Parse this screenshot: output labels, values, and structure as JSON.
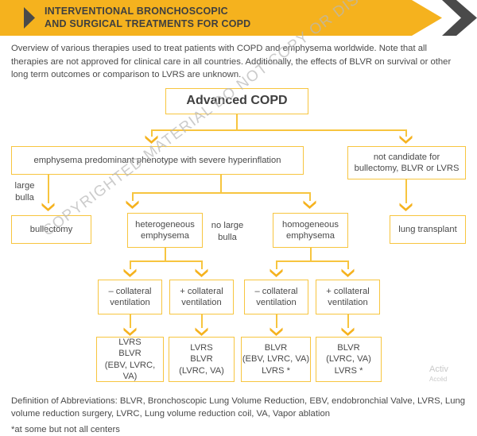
{
  "header": {
    "title": "INTERVENTIONAL BRONCHOSCOPIC\nAND SURGICAL TREATMENTS FOR COPD",
    "bullet_icon": "chevron-right-icon",
    "end_icon": "double-chevron-right-icon",
    "banner_color": "#f5b21e",
    "chevron_color": "#4a4a4a"
  },
  "intro": {
    "text": "Overview of various therapies used to treat patients with COPD and emphysema worldwide. Note that all therapies are not approved for clinical care in all countries. Additionally, the effects of BLVR on survival or other long term outcomes or comparison to LVRS are unknown."
  },
  "watermark": {
    "text": "COPYRIGHTED MATERIAL DO NOT COPY OR DISTRIBUTE"
  },
  "activation": {
    "line1": "Activ",
    "line2": "Accéd"
  },
  "chart_data": {
    "type": "diagram",
    "title": "Interventional bronchoscopic and surgical treatments for COPD",
    "accent_color": "#f7c53f",
    "nodes": [
      {
        "id": "root",
        "label": "Advanced COPD",
        "level": 0
      },
      {
        "id": "emph",
        "label": "emphysema predominant phenotype with severe hyperinflation",
        "level": 1
      },
      {
        "id": "notcand",
        "label": "not candidate for\nbullectomy, BLVR or LVRS",
        "level": 1
      },
      {
        "id": "bullectomy",
        "label": "bullectomy",
        "level": 2
      },
      {
        "id": "hetero",
        "label": "heterogeneous\nemphysema",
        "level": 2
      },
      {
        "id": "homo",
        "label": "homogeneous\nemphysema",
        "level": 2
      },
      {
        "id": "transplant",
        "label": "lung transplant",
        "level": 2
      },
      {
        "id": "hetero-minus",
        "label": "– collateral\nventilation",
        "level": 3
      },
      {
        "id": "hetero-plus",
        "label": "+ collateral\nventilation",
        "level": 3
      },
      {
        "id": "homo-minus",
        "label": "– collateral\nventilation",
        "level": 3
      },
      {
        "id": "homo-plus",
        "label": "+ collateral\nventilation",
        "level": 3
      },
      {
        "id": "tx1",
        "label": "LVRS\nBLVR\n(EBV, LVRC, VA)",
        "level": 4
      },
      {
        "id": "tx2",
        "label": "LVRS\nBLVR\n(LVRC, VA)",
        "level": 4
      },
      {
        "id": "tx3",
        "label": "BLVR\n(EBV, LVRC, VA)\nLVRS *",
        "level": 4
      },
      {
        "id": "tx4",
        "label": "BLVR\n(LVRC, VA)\nLVRS *",
        "level": 4
      }
    ],
    "edge_labels": [
      {
        "id": "large-bulla",
        "label": "large\nbulla"
      },
      {
        "id": "no-large-bulla",
        "label": "no large\nbulla"
      }
    ],
    "edges": [
      {
        "from": "root",
        "to": "emph"
      },
      {
        "from": "root",
        "to": "notcand"
      },
      {
        "from": "emph",
        "to": "bullectomy",
        "label": "large bulla"
      },
      {
        "from": "emph",
        "to": "hetero",
        "label": "no large bulla"
      },
      {
        "from": "emph",
        "to": "homo",
        "label": "no large bulla"
      },
      {
        "from": "notcand",
        "to": "transplant"
      },
      {
        "from": "hetero",
        "to": "hetero-minus"
      },
      {
        "from": "hetero",
        "to": "hetero-plus"
      },
      {
        "from": "homo",
        "to": "homo-minus"
      },
      {
        "from": "homo",
        "to": "homo-plus"
      },
      {
        "from": "hetero-minus",
        "to": "tx1"
      },
      {
        "from": "hetero-plus",
        "to": "tx2"
      },
      {
        "from": "homo-minus",
        "to": "tx3"
      },
      {
        "from": "homo-plus",
        "to": "tx4"
      }
    ]
  },
  "footer": {
    "definitions": "Definition of Abbreviations: BLVR, Bronchoscopic Lung Volume Reduction, EBV, endobronchial Valve, LVRS, Lung volume reduction surgery, LVRC, Lung volume reduction coil, VA, Vapor ablation",
    "note": "*at some but not all centers"
  }
}
